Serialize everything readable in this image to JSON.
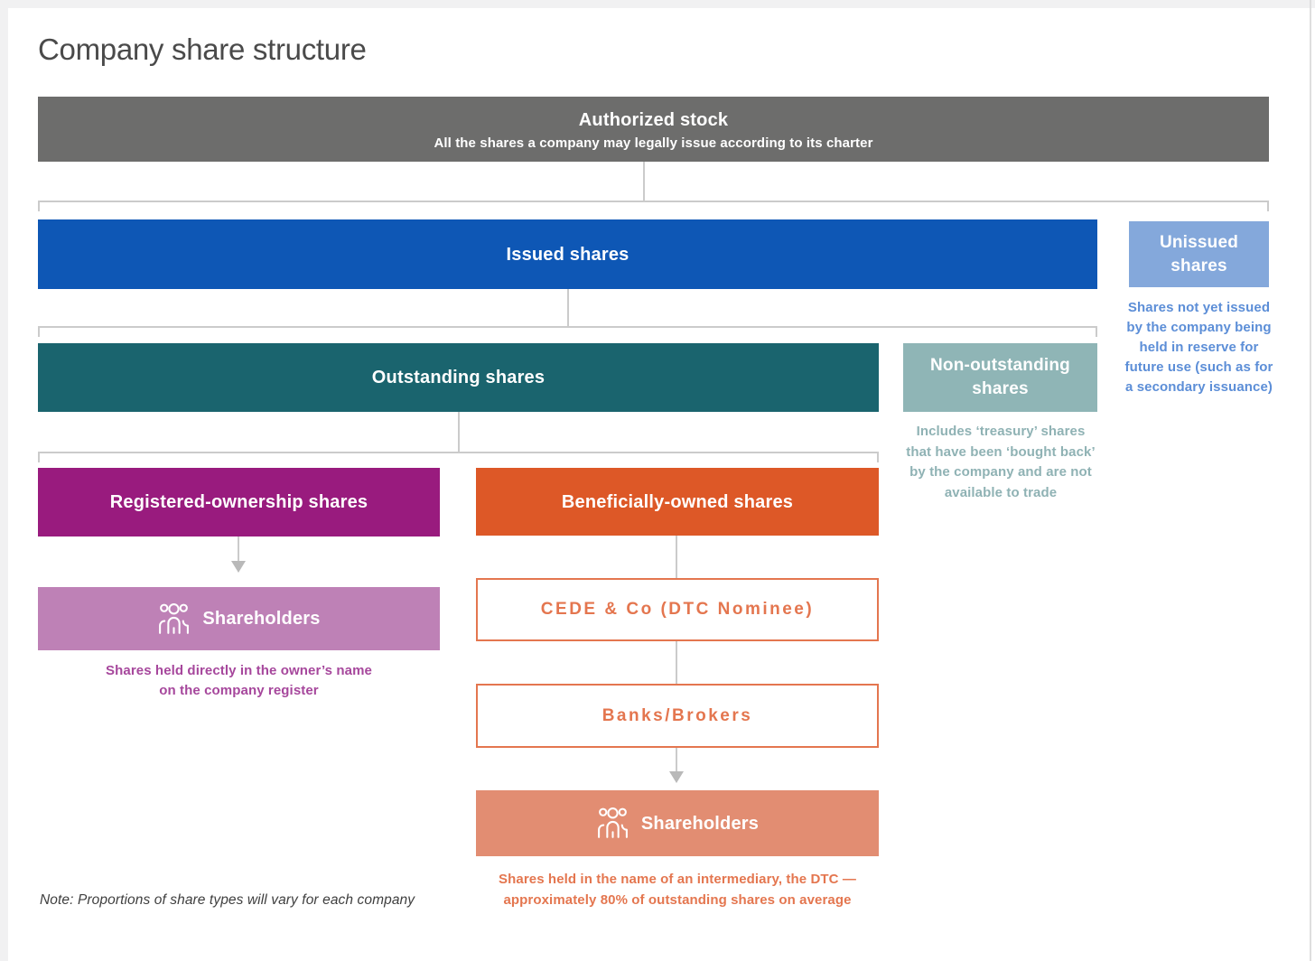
{
  "page": {
    "title": "Company share structure",
    "note": "Note: Proportions of share types will vary for each company"
  },
  "colors": {
    "title_text": "#4a4a4a",
    "authorized": "#6d6d6c",
    "issued": "#0e57b5",
    "unissued": "#84a8db",
    "unissued_caption": "#5c8ed7",
    "outstanding": "#1a646e",
    "non_outstanding": "#8fb5b6",
    "non_outstanding_caption": "#8fb2b4",
    "registered": "#991b7e",
    "registered_shareholders": "#be81b6",
    "registered_caption": "#a6479c",
    "beneficial": "#dd5827",
    "nominee_outline": "#e4764f",
    "beneficial_shareholders": "#e28d72",
    "beneficial_caption": "#e4764f",
    "connector": "#cbcbcb"
  },
  "nodes": {
    "authorized": {
      "title": "Authorized stock",
      "subtitle": "All the shares a company may legally issue according to its charter"
    },
    "issued": {
      "title": "Issued shares"
    },
    "unissued": {
      "title": "Unissued\nshares",
      "caption": "Shares not yet issued\nby the company being\nheld in reserve for\nfuture use (such as for\na secondary issuance)"
    },
    "outstanding": {
      "title": "Outstanding shares"
    },
    "non_outstanding": {
      "title": "Non-outstanding\nshares",
      "caption": "Includes ‘treasury’ shares\nthat have been ‘bought back’\nby the company and are not\navailable to trade"
    },
    "registered": {
      "title": "Registered-ownership shares"
    },
    "registered_shareholders": {
      "title": "Shareholders",
      "caption": "Shares held directly in the owner’s name\non the company register"
    },
    "beneficial": {
      "title": "Beneficially-owned shares"
    },
    "cede": {
      "title": "CEDE & Co (DTC Nominee)"
    },
    "banks": {
      "title": "Banks/Brokers"
    },
    "beneficial_shareholders": {
      "title": "Shareholders",
      "caption": "Shares held in the name of an intermediary, the DTC —\napproximately 80% of outstanding shares on average"
    }
  }
}
